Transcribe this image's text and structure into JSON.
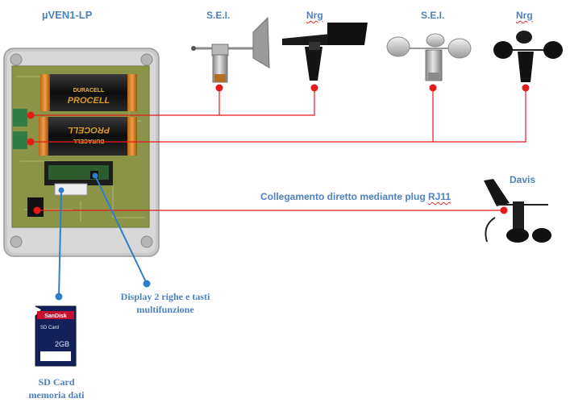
{
  "labels": {
    "device_title": "µVEN1-LP",
    "sensor1": "S.E.I.",
    "sensor2": "Nrg",
    "sensor3": "S.E.I.",
    "sensor4": "Nrg",
    "davis": "Davis",
    "rj11_link_prefix": "Collegamento diretto mediante plug ",
    "rj11_link_plug": "RJ11",
    "display_line1": "Display 2 righe e tasti",
    "display_line2": "multifunzione",
    "sd_line1": "SD Card",
    "sd_line2": "memoria dati"
  },
  "battery_text": {
    "brand": "DURACELL",
    "model": "PROCELL"
  },
  "sd_card_text": {
    "brand": "SanDisk",
    "type": "SD Card",
    "capacity": "2GB"
  },
  "colors": {
    "label_blue": "#4f81bd",
    "wire_red": "#e31b1b",
    "callout_blue": "#2f7fc8",
    "enclosure_gray": "#c9c9c9",
    "pcb_green": "#7d8a3a"
  }
}
